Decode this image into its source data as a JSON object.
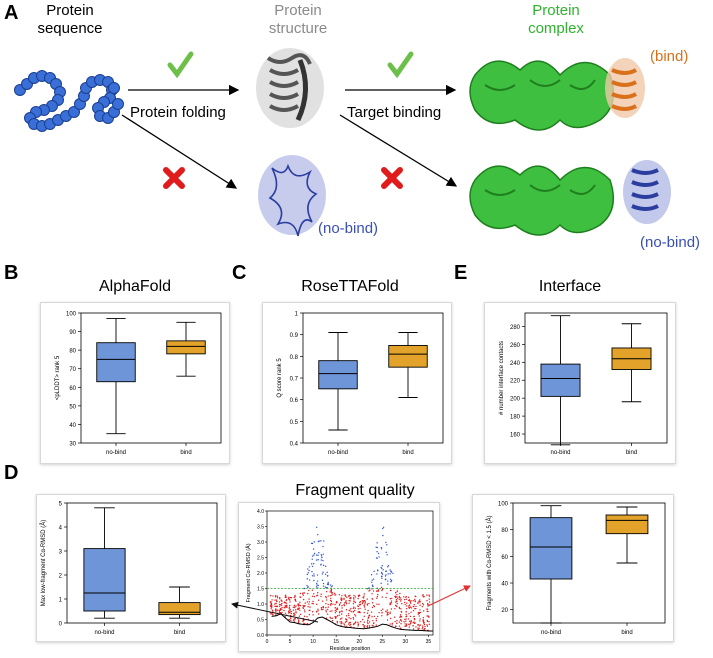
{
  "panel_a": {
    "letter": "A",
    "seq_title": "Protein\nsequence",
    "struct_title": "Protein\nstructure",
    "complex_title": "Protein\ncomplex",
    "step1": "Protein folding",
    "step2": "Target binding",
    "bind_label": "(bind)",
    "nobind_label_1": "(no-bind)",
    "nobind_label_2": "(no-bind)",
    "colors": {
      "grey": "#8a8a8a",
      "green": "#2db32d",
      "orange": "#d9701c",
      "blue": "#3a4fb5",
      "check": "#6cc04a",
      "cross": "#e01b1b"
    }
  },
  "chart_data": [
    {
      "id": "B",
      "type": "box",
      "letter": "B",
      "title": "AlphaFold",
      "title_color": "#8a8a8a",
      "ylabel": "<pLDDT> rank 5",
      "ylim": [
        30,
        100
      ],
      "yticks": [
        30,
        40,
        50,
        60,
        70,
        80,
        90,
        100
      ],
      "categories": [
        "no-bind",
        "bind"
      ],
      "boxes": [
        {
          "min": 35,
          "q1": 63,
          "median": 75,
          "q3": 84,
          "max": 97,
          "color": "#6f95d9"
        },
        {
          "min": 66,
          "q1": 78,
          "median": 82,
          "q3": 85,
          "max": 95,
          "color": "#e3a22a"
        }
      ]
    },
    {
      "id": "C",
      "type": "box",
      "letter": "C",
      "title": "RoseTTAFold",
      "title_color": "#8a8a8a",
      "ylabel": "Q score rank 5",
      "ylim": [
        0.4,
        1.0
      ],
      "yticks": [
        0.4,
        0.5,
        0.6,
        0.7,
        0.8,
        0.9,
        1.0
      ],
      "categories": [
        "no-bind",
        "bind"
      ],
      "boxes": [
        {
          "min": 0.46,
          "q1": 0.65,
          "median": 0.72,
          "q3": 0.78,
          "max": 0.91,
          "color": "#6f95d9"
        },
        {
          "min": 0.61,
          "q1": 0.75,
          "median": 0.81,
          "q3": 0.85,
          "max": 0.91,
          "color": "#e3a22a"
        }
      ]
    },
    {
      "id": "E",
      "type": "box",
      "letter": "E",
      "title": "Interface",
      "title_color": "#2db32d",
      "ylabel": "# number interface contacts",
      "ylim": [
        150,
        295
      ],
      "yticks": [
        160,
        180,
        200,
        220,
        240,
        260,
        280
      ],
      "categories": [
        "no-bind",
        "bind"
      ],
      "boxes": [
        {
          "min": 148,
          "q1": 202,
          "median": 222,
          "q3": 238,
          "max": 292,
          "color": "#6f95d9"
        },
        {
          "min": 196,
          "q1": 232,
          "median": 244,
          "q3": 256,
          "max": 283,
          "color": "#e3a22a"
        }
      ]
    },
    {
      "id": "D1",
      "type": "box",
      "letter": "D",
      "title": "",
      "title_color": "#8a8a8a",
      "ylabel": "Max low-fragment Cα-RMSD (Å)",
      "ylim": [
        0,
        5
      ],
      "yticks": [
        0,
        1,
        2,
        3,
        4,
        5
      ],
      "categories": [
        "no-bind",
        "bind"
      ],
      "boxes": [
        {
          "min": 0.2,
          "q1": 0.5,
          "median": 1.25,
          "q3": 3.1,
          "max": 4.8,
          "color": "#6f95d9"
        },
        {
          "min": 0.2,
          "q1": 0.35,
          "median": 0.45,
          "q3": 0.85,
          "max": 1.5,
          "color": "#e3a22a"
        }
      ]
    },
    {
      "id": "D2",
      "type": "scatter",
      "title": "Fragment quality",
      "title_color": "#8a8a8a",
      "xlabel": "Residue position",
      "ylabel": "Fragment Cα-RMSD (Å)",
      "xlim": [
        0,
        36
      ],
      "ylim": [
        0,
        4
      ],
      "xticks": [
        0,
        5,
        10,
        15,
        20,
        25,
        30,
        35
      ],
      "yticks": [
        0,
        0.5,
        1.0,
        1.5,
        2.0,
        2.5,
        3.0,
        3.5,
        4.0
      ],
      "threshold": 1.5,
      "profile": [
        0.6,
        0.62,
        0.68,
        0.55,
        0.42,
        0.4,
        0.36,
        0.34,
        0.33,
        0.4,
        0.55,
        0.58,
        0.5,
        0.42,
        0.33,
        0.28,
        0.25,
        0.24,
        0.22,
        0.21,
        0.2,
        0.22,
        0.25,
        0.28,
        0.35,
        0.33,
        0.27,
        0.22,
        0.18,
        0.17,
        0.16,
        0.15,
        0.15,
        0.14,
        0.13,
        0.13
      ]
    },
    {
      "id": "D3",
      "type": "box",
      "title": "",
      "title_color": "#8a8a8a",
      "ylabel": "Fragments with Cα-RMSD < 1.5 (Å)",
      "ylim": [
        10,
        100
      ],
      "yticks": [
        20,
        40,
        60,
        80,
        100
      ],
      "categories": [
        "no-bind",
        "bind"
      ],
      "boxes": [
        {
          "min": 10,
          "q1": 43,
          "median": 67,
          "q3": 89,
          "max": 98,
          "color": "#6f95d9"
        },
        {
          "min": 55,
          "q1": 77,
          "median": 87,
          "q3": 91,
          "max": 97,
          "color": "#e3a22a"
        }
      ]
    }
  ]
}
